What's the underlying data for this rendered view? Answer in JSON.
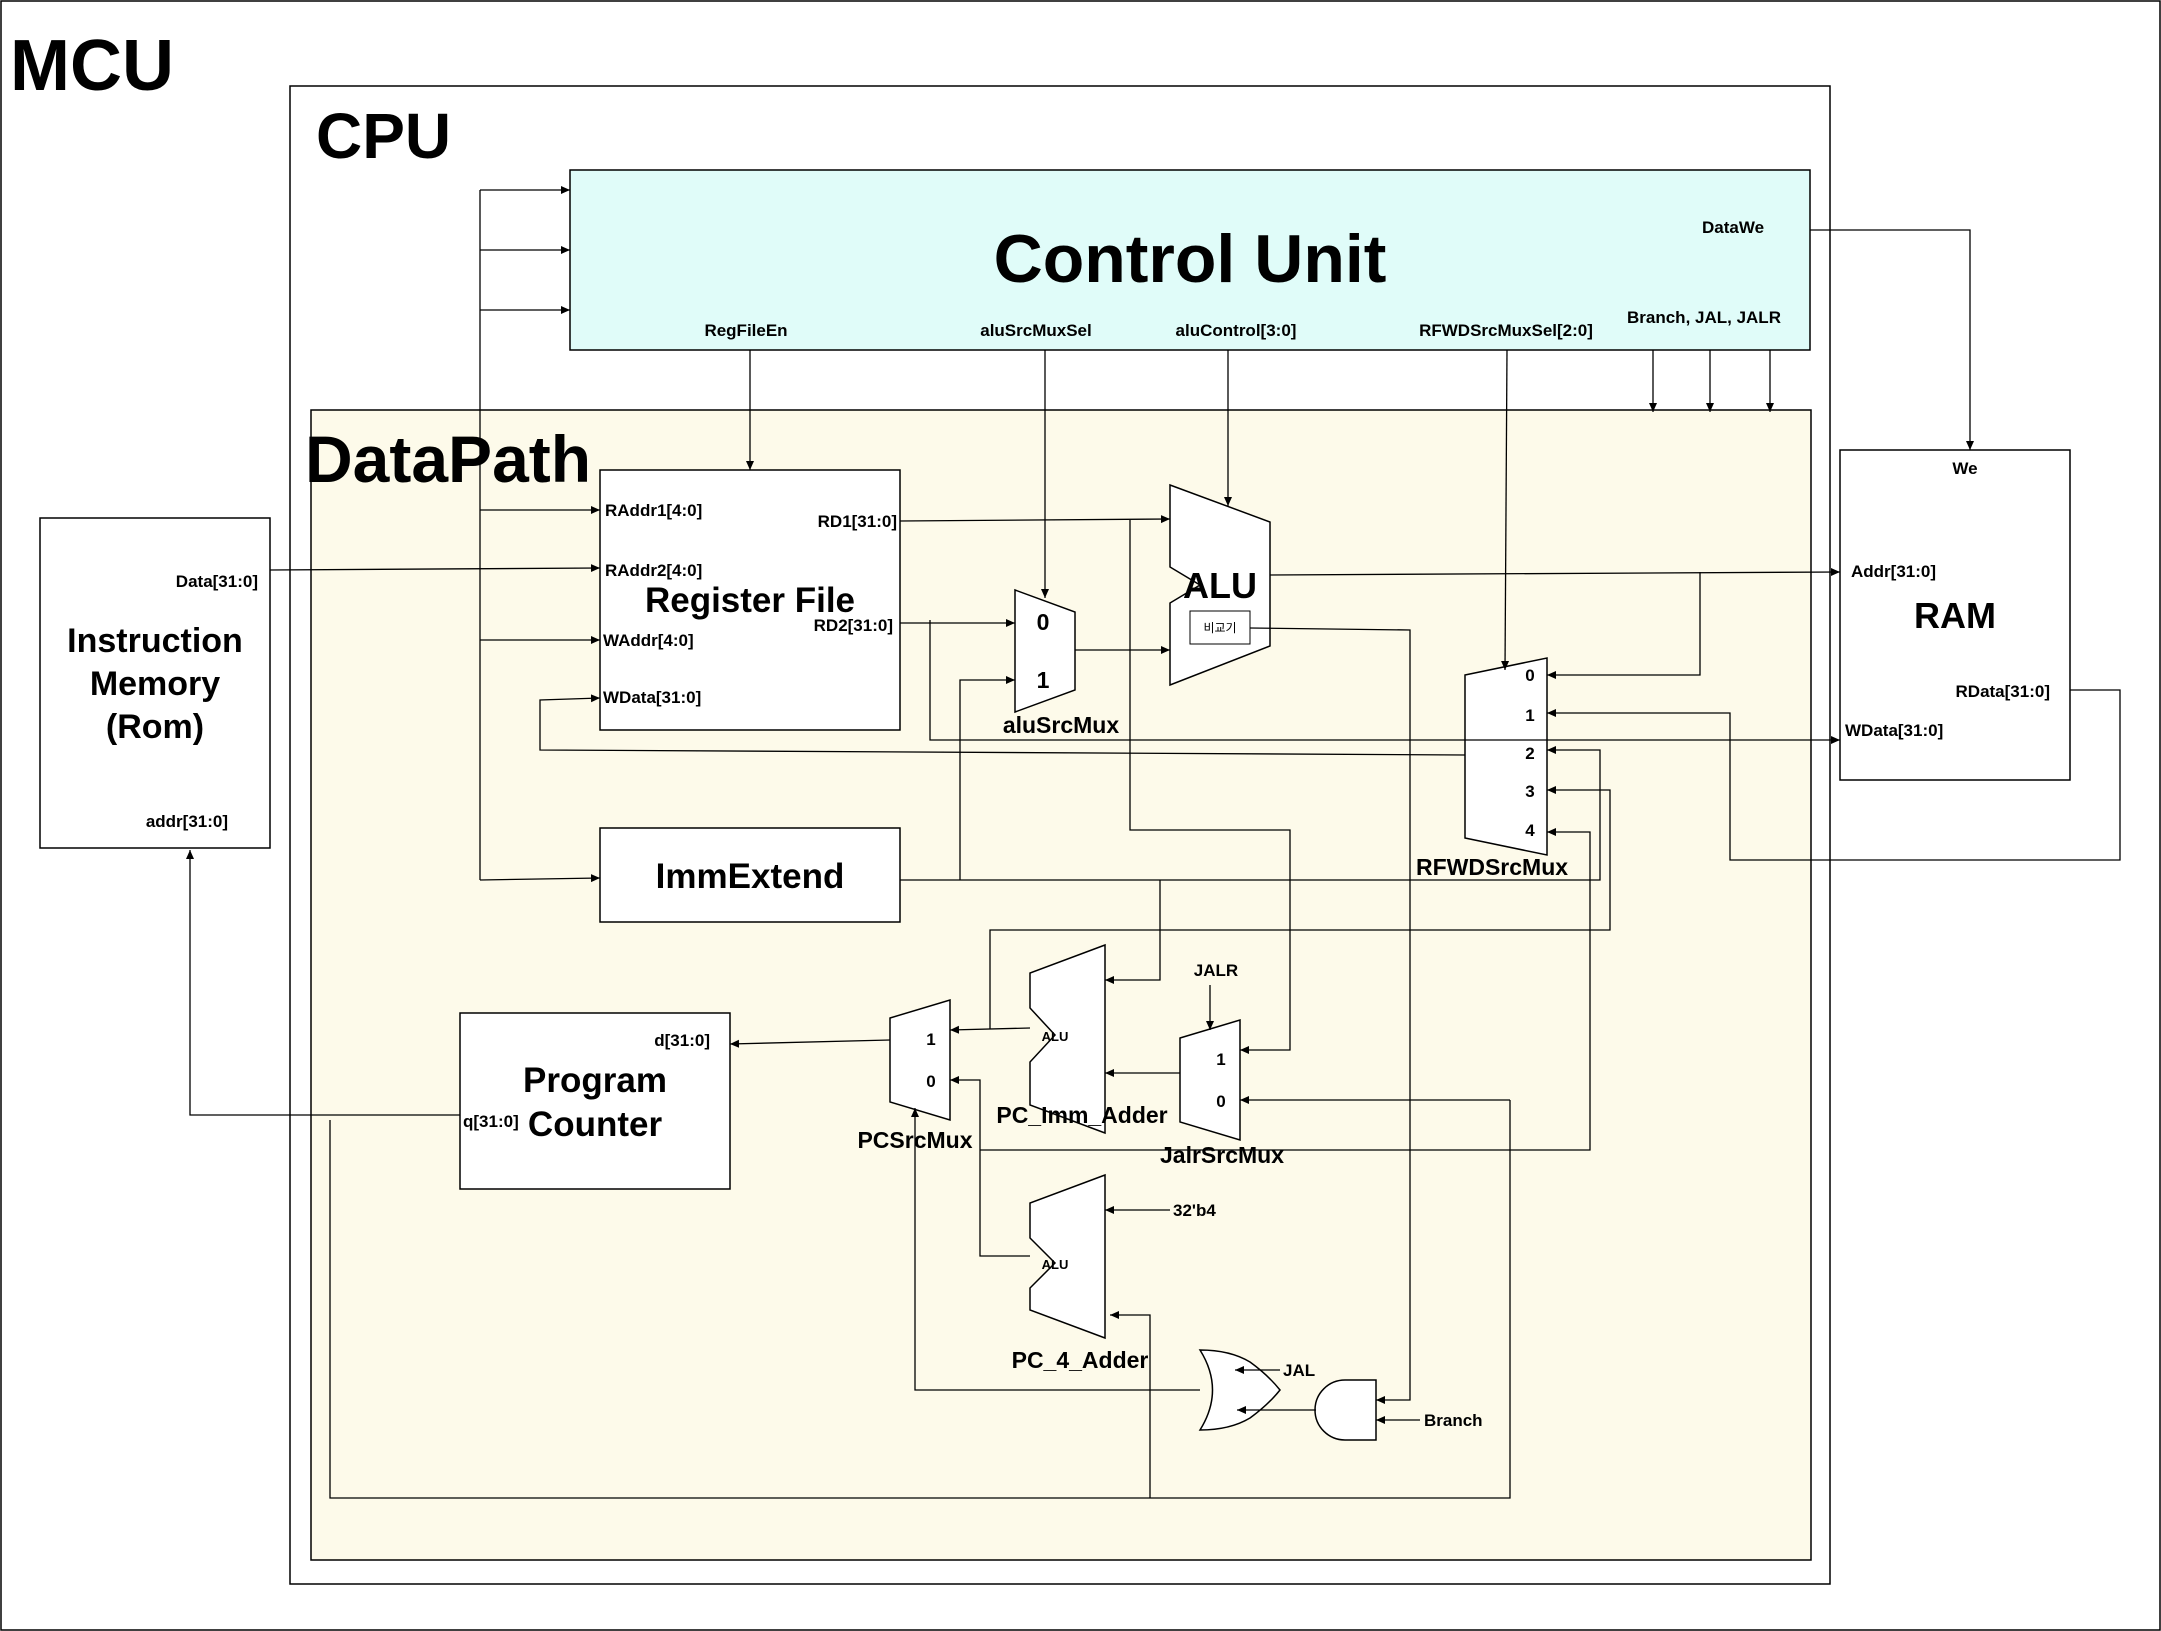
{
  "titles": {
    "mcu": "MCU",
    "cpu": "CPU",
    "datapath": "DataPath"
  },
  "control_unit": {
    "title": "Control Unit",
    "signals": {
      "data_we": "DataWe",
      "reg_file_en": "RegFileEn",
      "alu_src_mux_sel": "aluSrcMuxSel",
      "alu_control": "aluControl[3:0]",
      "rfwd_src_mux_sel": "RFWDSrcMuxSel[2:0]",
      "branch_jal_jalr": "Branch, JAL, JALR"
    }
  },
  "register_file": {
    "title": "Register File",
    "raddr1": "RAddr1[4:0]",
    "raddr2": "RAddr2[4:0]",
    "waddr": "WAddr[4:0]",
    "wdata": "WData[31:0]",
    "rd1": "RD1[31:0]",
    "rd2": "RD2[31:0]"
  },
  "instruction_memory": {
    "title_line1": "Instruction",
    "title_line2": "Memory",
    "title_line3": "(Rom)",
    "data": "Data[31:0]",
    "addr": "addr[31:0]"
  },
  "ram": {
    "title": "RAM",
    "we": "We",
    "addr": "Addr[31:0]",
    "rdata": "RData[31:0]",
    "wdata": "WData[31:0]"
  },
  "alu": {
    "title": "ALU",
    "comparator": "비교기"
  },
  "alu_src_mux": {
    "label": "aluSrcMux",
    "in0": "0",
    "in1": "1"
  },
  "rfwd_src_mux": {
    "label": "RFWDSrcMux",
    "inputs": [
      "0",
      "1",
      "2",
      "3",
      "4"
    ]
  },
  "imm_extend": {
    "title": "ImmExtend"
  },
  "program_counter": {
    "title_line1": "Program",
    "title_line2": "Counter",
    "d": "d[31:0]",
    "q": "q[31:0]"
  },
  "pc_src_mux": {
    "label": "PCSrcMux",
    "in1": "1",
    "in0": "0"
  },
  "pc_imm_adder": {
    "label": "PC_Imm_Adder",
    "inner": "ALU"
  },
  "pc_4_adder": {
    "label": "PC_4_Adder",
    "inner": "ALU",
    "const": "32'b4"
  },
  "jalr_src_mux": {
    "label": "JalrSrcMux",
    "in1": "1",
    "in0": "0",
    "sel": "JALR"
  },
  "gates": {
    "jal": "JAL",
    "branch": "Branch"
  }
}
